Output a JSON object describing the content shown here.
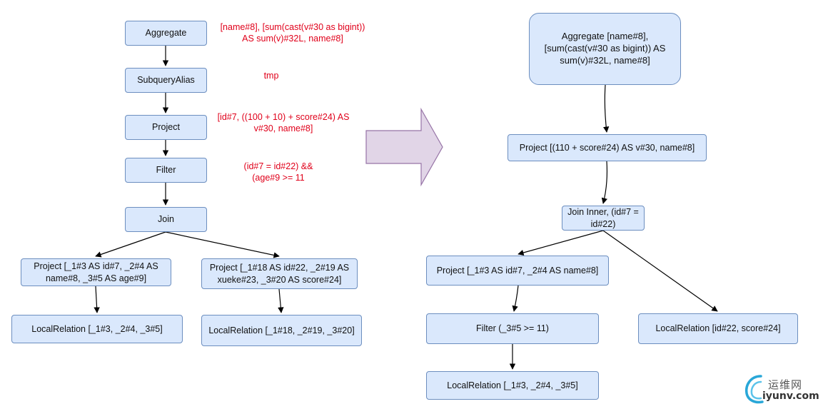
{
  "left_tree": {
    "nodes": {
      "aggregate": "Aggregate",
      "subquery_alias": "SubqueryAlias",
      "project": "Project",
      "filter": "Filter",
      "join": "Join",
      "project_left": "Project [_1#3 AS id#7, _2#4 AS name#8, _3#5 AS age#9]",
      "project_right": "Project [_1#18 AS id#22, _2#19 AS xueke#23, _3#20 AS score#24]",
      "local_left": "LocalRelation [_1#3, _2#4, _3#5]",
      "local_right": "LocalRelation [_1#18, _2#19, _3#20]"
    },
    "annotations": {
      "aggregate": "[name#8], [sum(cast(v#30 as bigint)) AS sum(v)#32L, name#8]",
      "subquery_alias": "tmp",
      "project": "[id#7, ((100 + 10) + score#24) AS v#30, name#8]",
      "filter": "(id#7 = id#22) && (age#9 >= 11"
    }
  },
  "right_tree": {
    "nodes": {
      "aggregate": "Aggregate [name#8], [sum(cast(v#30 as bigint)) AS sum(v)#32L, name#8]",
      "project": "Project [(110 + score#24) AS v#30, name#8]",
      "join": "Join Inner, (id#7 = id#22)",
      "project_left": "Project [_1#3 AS id#7, _2#4 AS name#8]",
      "filter": "Filter (_3#5 >= 11)",
      "local_left": "LocalRelation [_1#3, _2#4, _3#5]",
      "local_right": "LocalRelation [id#22, score#24]"
    }
  },
  "watermark": {
    "cn": "运维网",
    "domain": "iyunv.com"
  },
  "colors": {
    "node_fill": "#dae8fc",
    "node_border": "#6c8ebf",
    "annotation": "#e0001a",
    "arrow_fill": "#e1d5e7",
    "arrow_border": "#9673a6"
  }
}
